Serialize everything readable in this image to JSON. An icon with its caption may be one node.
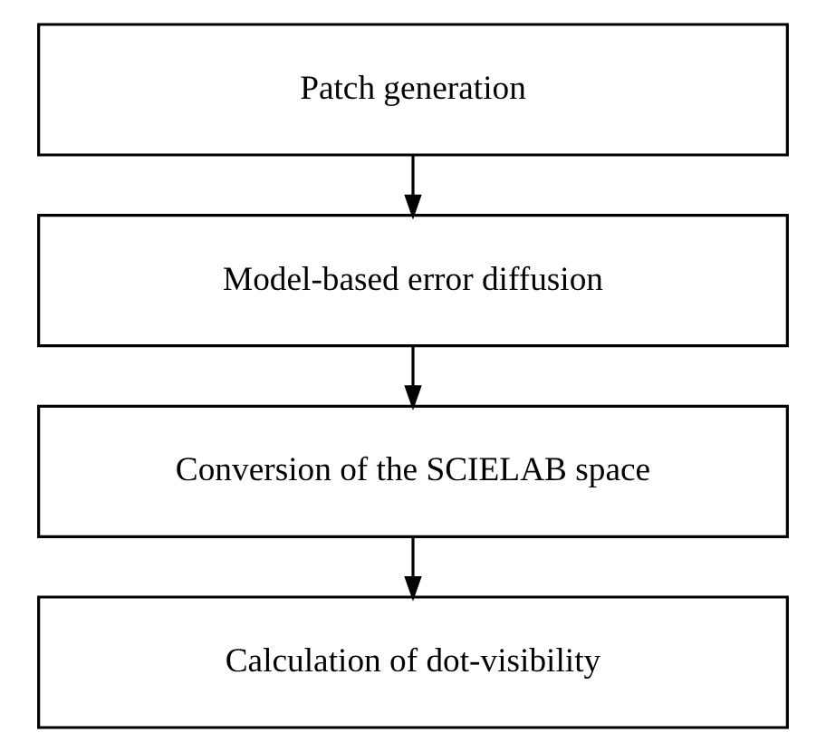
{
  "diagram": {
    "nodes": [
      {
        "text": [
          "Patch generation"
        ]
      },
      {
        "text": [
          "Model-based error diffusion"
        ]
      },
      {
        "text": [
          "Conversion of the SCIELAB space"
        ]
      },
      {
        "text": [
          "Calculation of dot-visibility"
        ]
      }
    ],
    "edges": [
      {
        "from": 0,
        "to": 1,
        "arrow": "to"
      },
      {
        "from": 1,
        "to": 2,
        "arrow": "to"
      },
      {
        "from": 2,
        "to": 3,
        "arrow": "to"
      }
    ]
  }
}
